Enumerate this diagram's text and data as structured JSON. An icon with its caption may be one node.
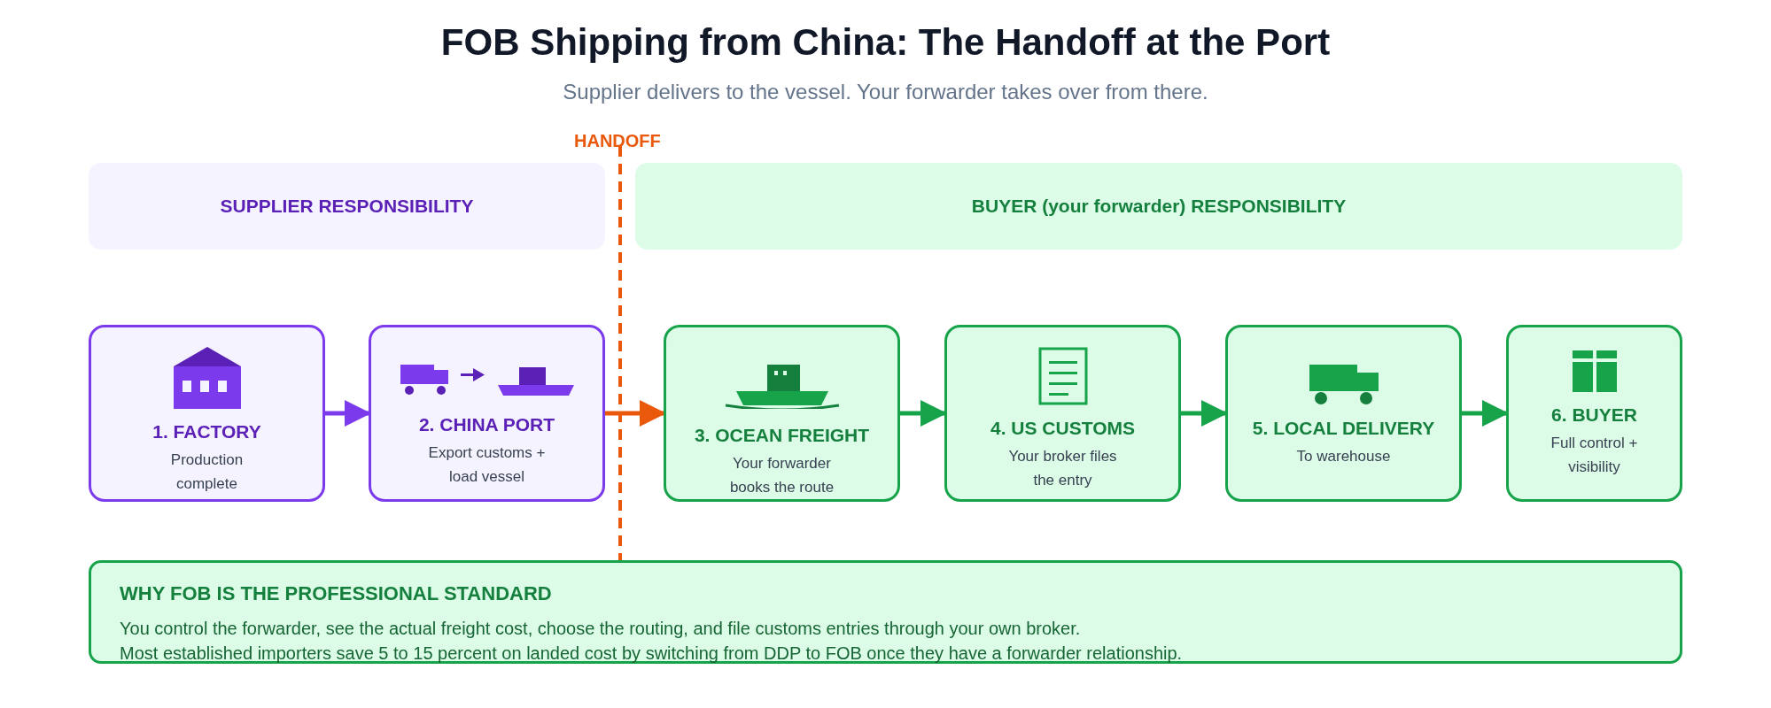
{
  "diagram": {
    "title": "FOB Shipping from China: The Handoff at the Port",
    "caption": "Supplier delivers to the vessel. Your forwarder takes over from there.",
    "nodes": [
      {
        "text": [
          "SUPPLIER RESPONSIBILITY"
        ]
      },
      {
        "text": [
          "BUYER (your forwarder) RESPONSIBILITY"
        ]
      },
      {
        "text": [
          "1. FACTORY",
          "Production complete"
        ]
      },
      {
        "text": [
          "2. CHINA PORT",
          "Export customs + load vessel"
        ]
      },
      {
        "text": [
          "3. OCEAN FREIGHT",
          "Your forwarder books the route"
        ]
      },
      {
        "text": [
          "4. US CUSTOMS",
          "Your broker files the entry"
        ]
      },
      {
        "text": [
          "5. LOCAL DELIVERY",
          "To warehouse"
        ]
      },
      {
        "text": [
          "6. BUYER",
          "Full control + visibility"
        ]
      },
      {
        "text": [
          "WHY FOB IS THE PROFESSIONAL STANDARD",
          "You control the forwarder, see the actual freight cost, choose the routing, and file customs entries through your own broker.",
          "Most established importers save 5 to 15 percent on landed cost by switching from DDP to FOB once they have a forwarder relationship."
        ]
      }
    ],
    "edges": [
      {
        "from": 2,
        "to": 3,
        "arrow": "to",
        "color": "#7c3aed"
      },
      {
        "from": 3,
        "to": 4,
        "arrow": "to",
        "color": "#ea580c"
      },
      {
        "from": 4,
        "to": 5,
        "arrow": "to"
      },
      {
        "from": 5,
        "to": 6,
        "arrow": "to"
      },
      {
        "from": 6,
        "to": 7,
        "arrow": "to"
      }
    ],
    "labels": [
      "HANDOFF"
    ]
  }
}
